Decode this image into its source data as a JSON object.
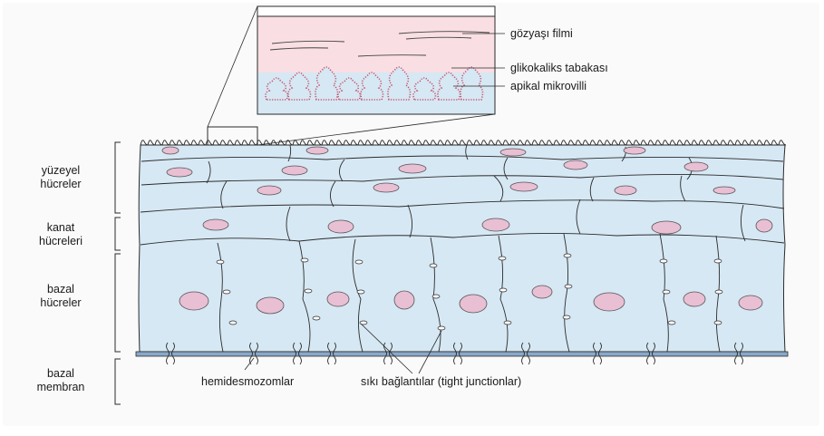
{
  "labels": {
    "tear_film": "gözyaşı filmi",
    "glycocalyx": "glikokaliks tabakası",
    "microvilli": "apikal mikrovilli",
    "superficial_1": "yüzeyel",
    "superficial_2": "hücreler",
    "wing_1": "kanat",
    "wing_2": "hücreleri",
    "basal_1": "bazal",
    "basal_2": "hücreler",
    "membrane_1": "bazal",
    "membrane_2": "membran",
    "hemidesmosomes": "hemidesmozomlar",
    "tight_junctions": "sıkı bağlantılar (tight junctionlar)"
  },
  "colors": {
    "cell_fill": "#d6e8f4",
    "nucleus_fill": "#e9bfd3",
    "tear_film_fill": "#f9dfe3",
    "membrane_fill": "#8aa9c9",
    "line": "#2b2b2b"
  }
}
